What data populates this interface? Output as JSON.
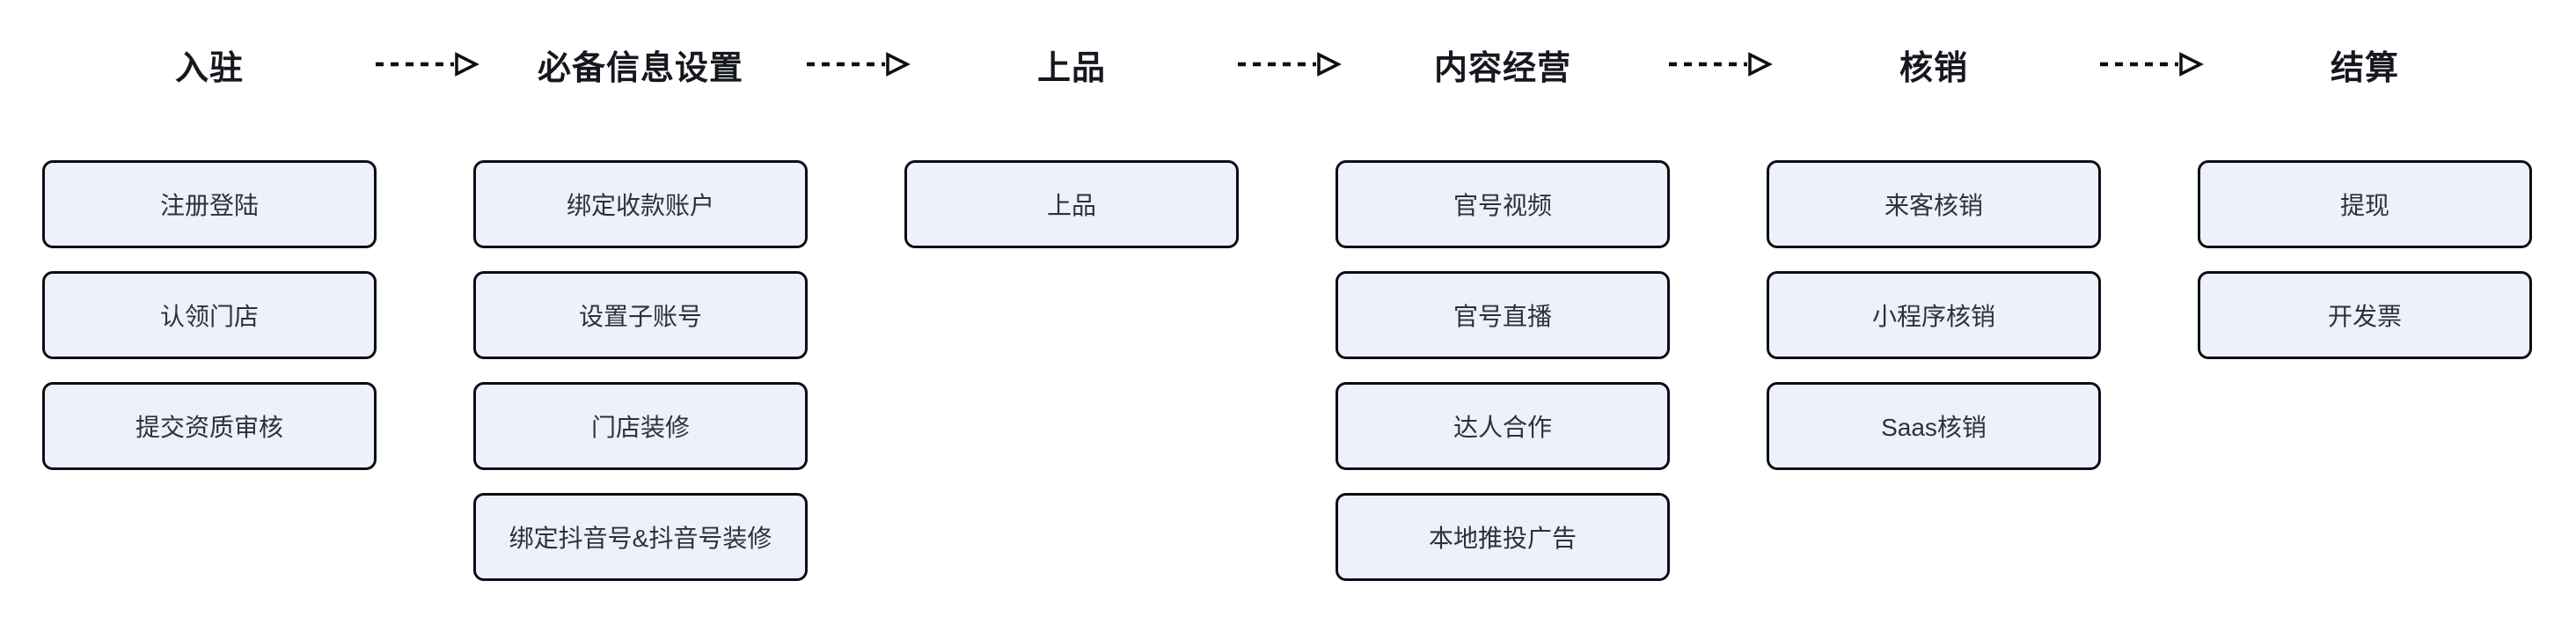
{
  "flow": {
    "stages": [
      {
        "label": "入驻",
        "steps": [
          "注册登陆",
          "认领门店",
          "提交资质审核"
        ]
      },
      {
        "label": "必备信息设置",
        "steps": [
          "绑定收款账户",
          "设置子账号",
          "门店装修",
          "绑定抖音号&抖音号装修"
        ]
      },
      {
        "label": "上品",
        "steps": [
          "上品"
        ]
      },
      {
        "label": "内容经营",
        "steps": [
          "官号视频",
          "官号直播",
          "达人合作",
          "本地推投广告"
        ]
      },
      {
        "label": "核销",
        "steps": [
          "来客核销",
          "小程序核销",
          "Saas核销"
        ]
      },
      {
        "label": "结算",
        "steps": [
          "提现",
          "开发票"
        ]
      }
    ],
    "icons": {
      "stage_connector": "dashed-arrow-right"
    },
    "colors": {
      "background": "#ffffff",
      "box_fill": "#edf1fb",
      "box_border": "#0c0e13",
      "box_text": "#2c323b",
      "header_text": "#15181e",
      "arrow": "#0c0e13"
    }
  }
}
